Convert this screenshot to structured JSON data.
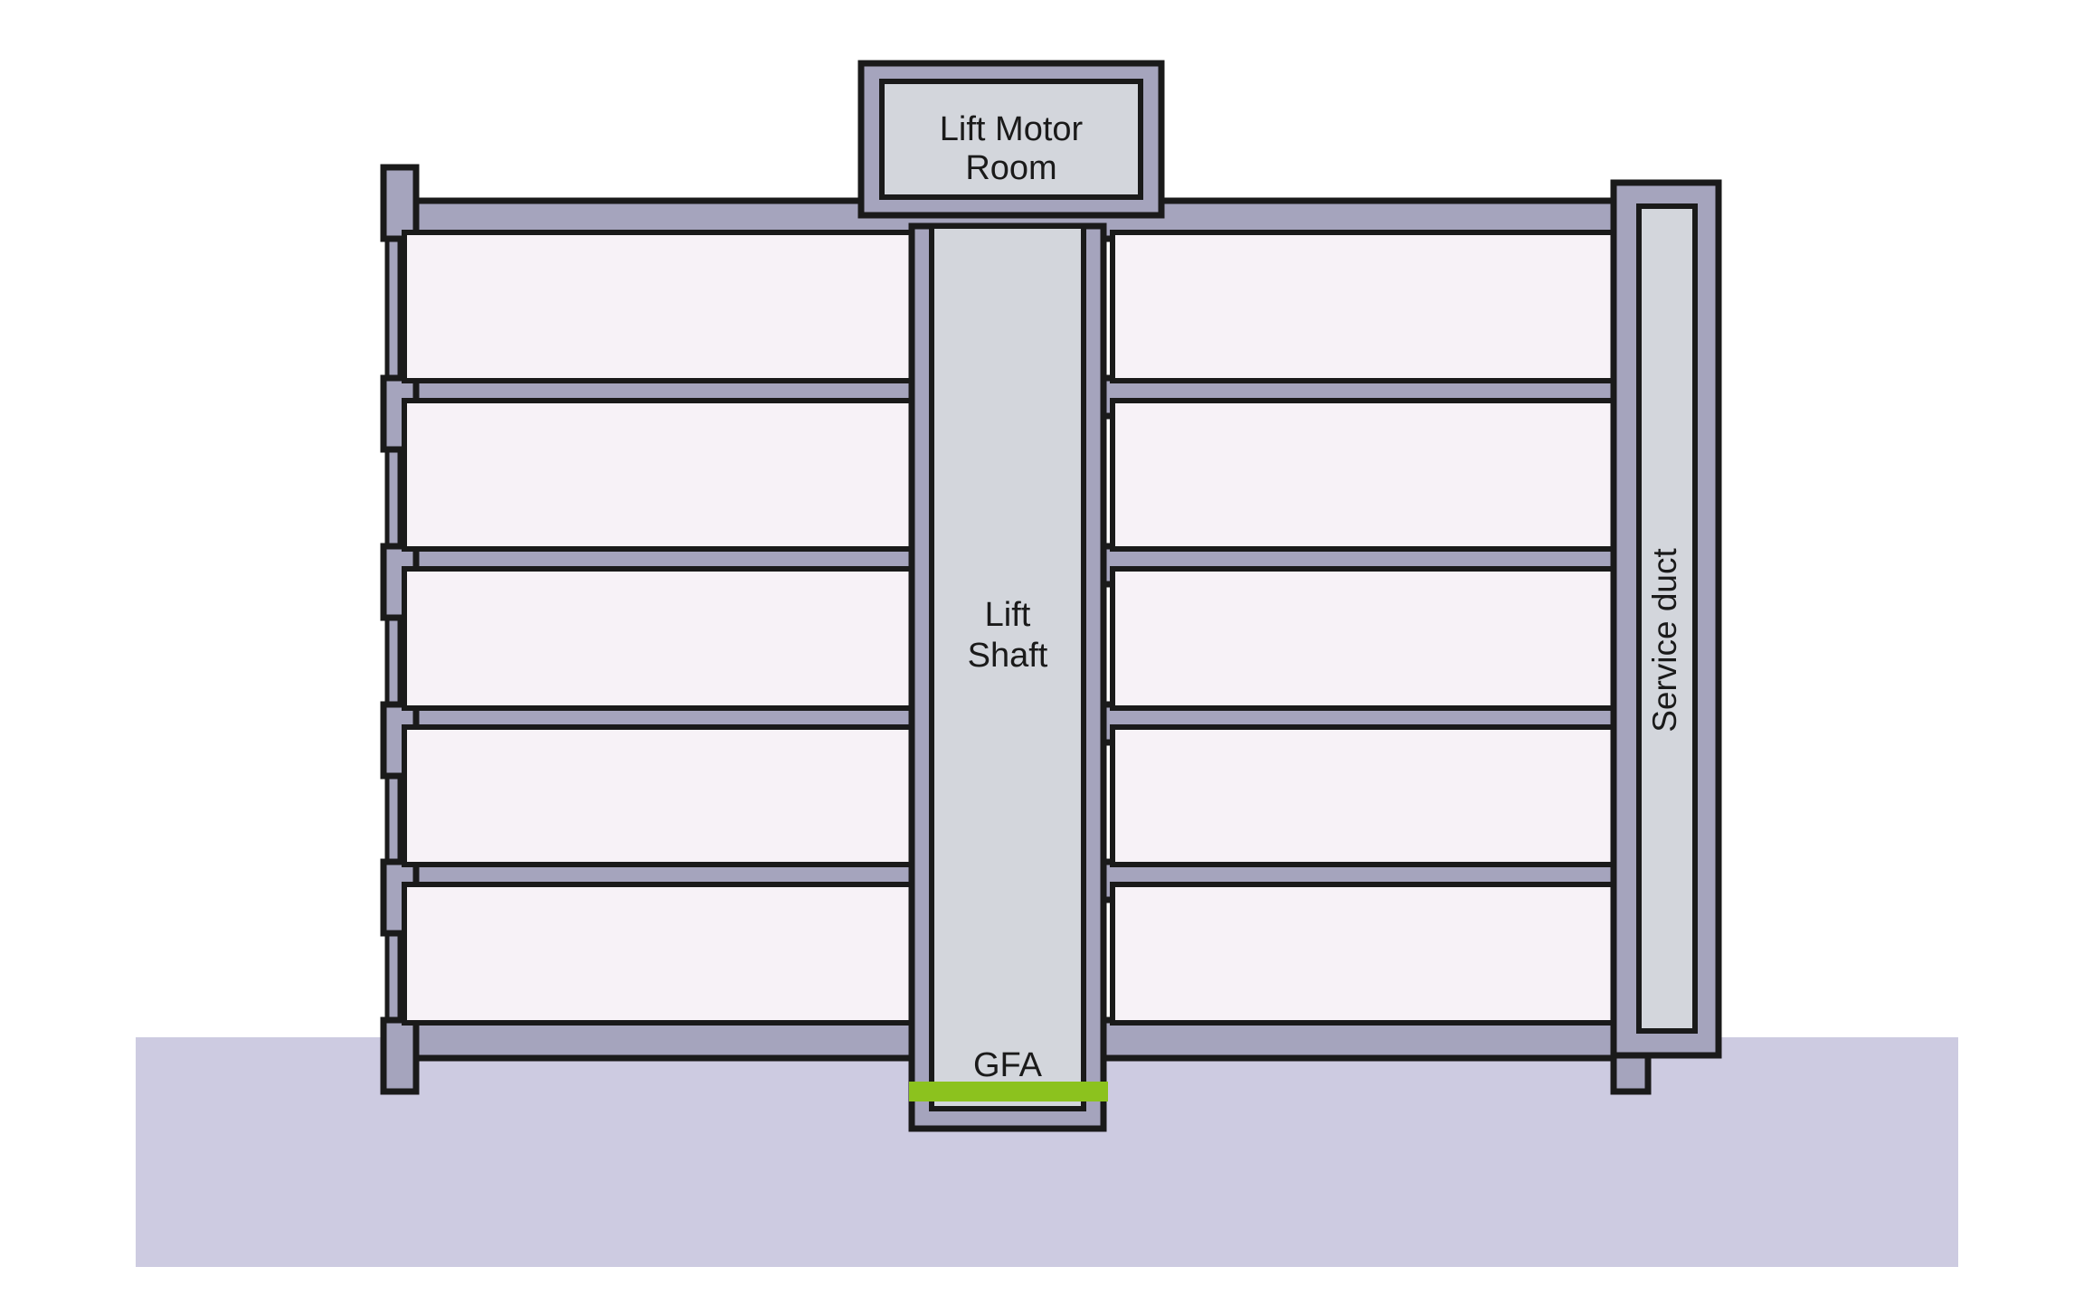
{
  "diagram": {
    "title": "Building cross-section showing GFA measurement at lift shaft",
    "type": "architectural-section",
    "labels": {
      "lift_motor_room_line1": "Lift Motor",
      "lift_motor_room_line2": "Room",
      "lift_shaft_line1": "Lift",
      "lift_shaft_line2": "Shaft",
      "gfa": "GFA",
      "service_duct": "Service duct"
    },
    "colors": {
      "background": "#ffffff",
      "outline": "#1a1a1a",
      "structure_fill": "#a5a4bd",
      "room_fill": "#f7f2f7",
      "shaft_fill": "#d3d6dc",
      "ground_fill": "#cdcbe1",
      "gfa_highlight": "#8cc21e"
    },
    "storeys": 5,
    "floor_slabs": 6
  }
}
